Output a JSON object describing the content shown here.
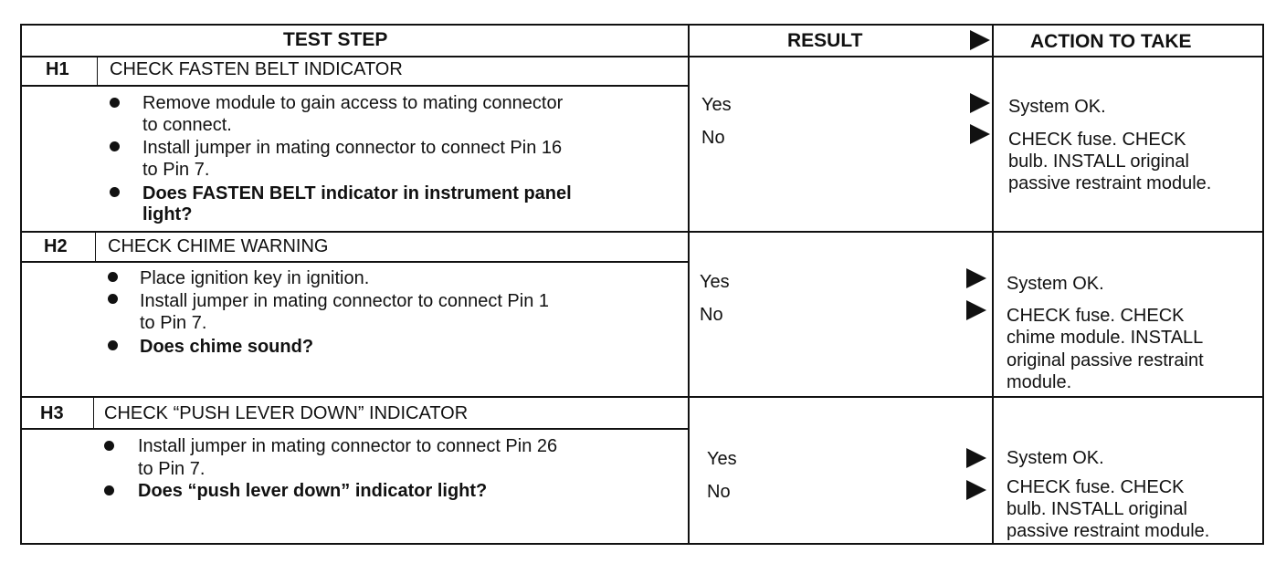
{
  "headers": {
    "test_step": "TEST STEP",
    "result": "RESULT",
    "action": "ACTION TO TAKE",
    "arrow_icon": "right-triangle-arrow"
  },
  "steps": [
    {
      "id": "H1",
      "title": "CHECK FASTEN BELT INDICATOR",
      "bullets": [
        {
          "lines": [
            "Remove module to gain access to mating connector",
            "to connect."
          ],
          "bold": false
        },
        {
          "lines": [
            "Install jumper in mating connector to connect Pin 16",
            "to Pin 7."
          ],
          "bold": false
        },
        {
          "lines": [
            "Does FASTEN BELT indicator in instrument panel",
            "light?"
          ],
          "bold": true
        }
      ],
      "results": [
        {
          "label": "Yes",
          "action": [
            "System OK."
          ]
        },
        {
          "label": "No",
          "action": [
            "CHECK fuse. CHECK",
            "bulb. INSTALL original",
            "passive restraint module."
          ]
        }
      ]
    },
    {
      "id": "H2",
      "title": "CHECK CHIME WARNING",
      "bullets": [
        {
          "lines": [
            "Place ignition key in ignition."
          ],
          "bold": false
        },
        {
          "lines": [
            "Install jumper in mating connector to connect Pin 1",
            "to Pin 7."
          ],
          "bold": false
        },
        {
          "lines": [
            "Does chime sound?"
          ],
          "bold": true
        }
      ],
      "results": [
        {
          "label": "Yes",
          "action": [
            "System OK."
          ]
        },
        {
          "label": "No",
          "action": [
            "CHECK fuse. CHECK",
            "chime module.  INSTALL",
            "original passive restraint",
            "module."
          ]
        }
      ]
    },
    {
      "id": "H3",
      "title": "CHECK “PUSH LEVER DOWN” INDICATOR",
      "bullets": [
        {
          "lines": [
            "Install jumper in mating connector to connect Pin 26",
            "to Pin 7."
          ],
          "bold": false
        },
        {
          "lines": [
            "Does “push lever down” indicator light?"
          ],
          "bold": true
        }
      ],
      "results": [
        {
          "label": "Yes",
          "action": [
            "System OK."
          ]
        },
        {
          "label": "No",
          "action": [
            "CHECK fuse. CHECK",
            "bulb. INSTALL original",
            "passive restraint module."
          ]
        }
      ]
    }
  ]
}
